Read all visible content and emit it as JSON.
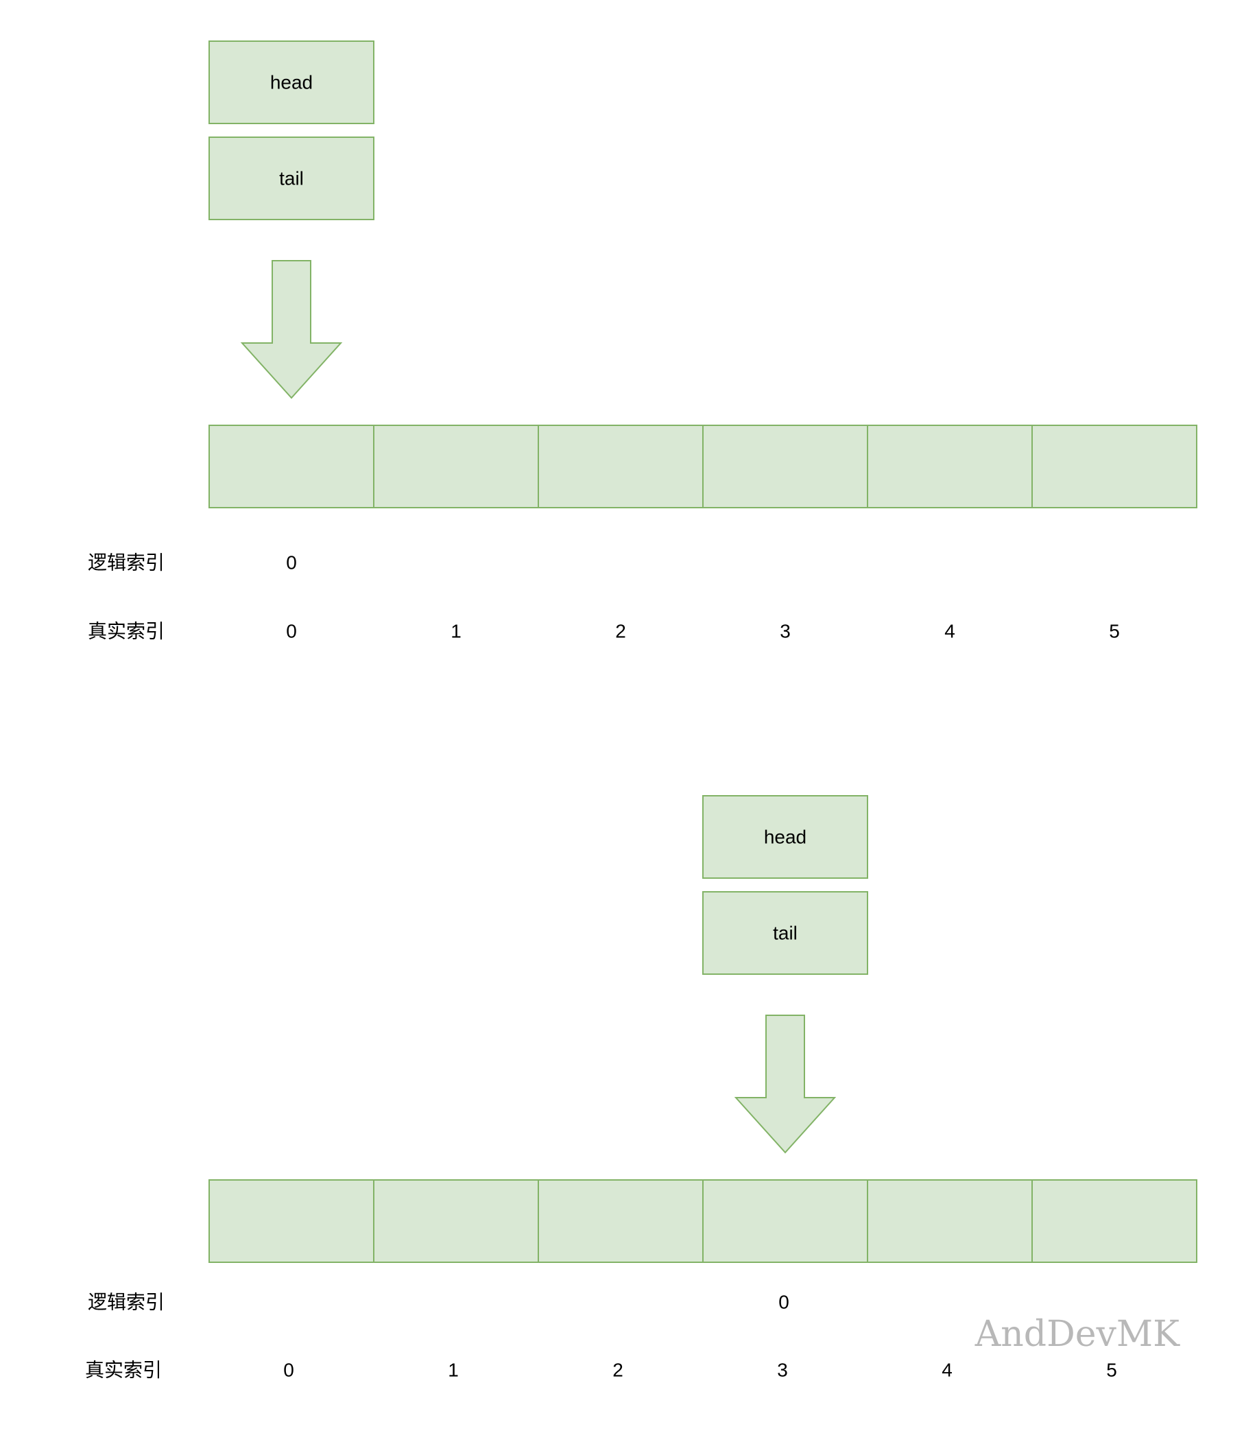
{
  "colors": {
    "fill": "#d9e8d4",
    "stroke": "#82b366",
    "text": "#000000",
    "watermark": "#b8b8b8"
  },
  "panels": [
    {
      "head_label": "head",
      "tail_label": "tail",
      "pointer_cell_index": 0,
      "row_labels": {
        "logical": "逻辑索引",
        "real": "真实索引"
      },
      "logical_indices": [
        "0",
        "",
        "",
        "",
        "",
        ""
      ],
      "real_indices": [
        "0",
        "1",
        "2",
        "3",
        "4",
        "5"
      ]
    },
    {
      "head_label": "head",
      "tail_label": "tail",
      "pointer_cell_index": 3,
      "row_labels": {
        "logical": "逻辑索引",
        "real": "真实索引"
      },
      "logical_indices": [
        "",
        "",
        "",
        "0",
        "",
        ""
      ],
      "real_indices": [
        "0",
        "1",
        "2",
        "3",
        "4",
        "5"
      ]
    }
  ],
  "watermark": "AndDevMK"
}
